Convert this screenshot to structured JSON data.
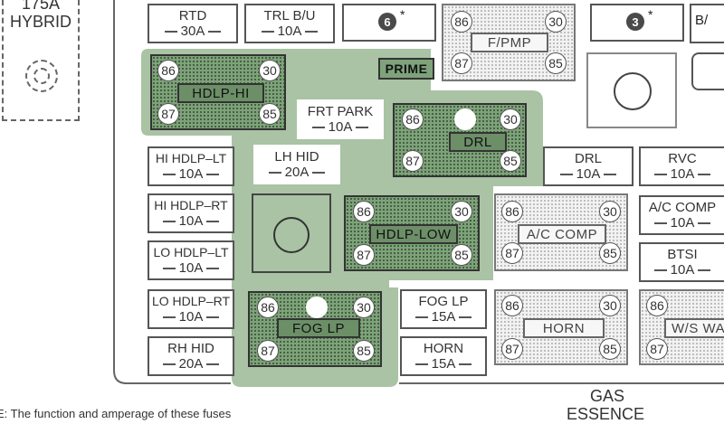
{
  "hybrid": {
    "amp": "175A",
    "label": "HYBRID"
  },
  "top_fuses": [
    {
      "name": "RTD",
      "amp": "30A"
    },
    {
      "name": "TRL B/U",
      "amp": "10A"
    }
  ],
  "top_markers": [
    "6",
    "3"
  ],
  "top_asterisk": "*",
  "top_right_partial": "B/",
  "relays": {
    "hdlp_hi": {
      "label": "HDLP-HI",
      "pins": [
        "86",
        "30",
        "87",
        "85"
      ]
    },
    "prime": {
      "label": "PRIME"
    },
    "f_pmp": {
      "label": "F/PMP",
      "pins": [
        "86",
        "30",
        "87",
        "85"
      ]
    },
    "drl": {
      "label": "DRL",
      "pins": [
        "86",
        "30",
        "87",
        "85"
      ]
    },
    "hdlp_low": {
      "label": "HDLP-LOW",
      "pins": [
        "86",
        "30",
        "87",
        "85"
      ]
    },
    "ac_comp": {
      "label": "A/C COMP",
      "pins": [
        "86",
        "30",
        "87",
        "85"
      ]
    },
    "fog_lp": {
      "label": "FOG LP",
      "pins": [
        "86",
        "30",
        "87",
        "85"
      ]
    },
    "horn": {
      "label": "HORN",
      "pins": [
        "86",
        "30",
        "87",
        "85"
      ]
    },
    "ws_wash": {
      "label": "W/S WA",
      "pins": [
        "86",
        "87"
      ]
    }
  },
  "fuses": {
    "frt_park": {
      "name": "FRT PARK",
      "amp": "10A"
    },
    "lh_hid": {
      "name": "LH HID",
      "amp": "20A"
    },
    "hi_hdlp_lt": {
      "name": "HI HDLP–LT",
      "amp": "10A"
    },
    "hi_hdlp_rt": {
      "name": "HI HDLP–RT",
      "amp": "10A"
    },
    "lo_hdlp_lt": {
      "name": "LO HDLP–LT",
      "amp": "10A"
    },
    "lo_hdlp_rt": {
      "name": "LO HDLP–RT",
      "amp": "10A"
    },
    "rh_hid": {
      "name": "RH HID",
      "amp": "20A"
    },
    "drl": {
      "name": "DRL",
      "amp": "10A"
    },
    "rvc": {
      "name": "RVC",
      "amp": "10A"
    },
    "ac_comp": {
      "name": "A/C COMP",
      "amp": "10A"
    },
    "btsi": {
      "name": "BTSI",
      "amp": "10A"
    },
    "fog_lp": {
      "name": "FOG LP",
      "amp": "15A"
    },
    "horn": {
      "name": "HORN",
      "amp": "15A"
    }
  },
  "footer": {
    "note": "E: The function and amperage of these fuses",
    "gas": "GAS",
    "essence": "ESSENCE"
  }
}
